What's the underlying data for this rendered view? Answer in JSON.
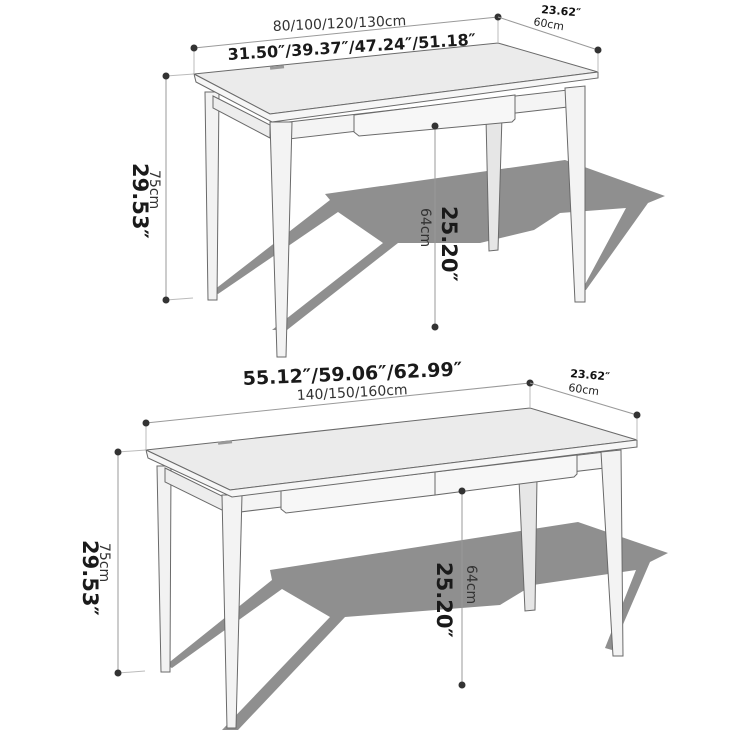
{
  "colors": {
    "background": "#ffffff",
    "table_fill": "#f3f3f3",
    "table_top": "#ebebeb",
    "edge": "#6a6a6a",
    "shadow": "#8f8f8f",
    "dimension_line": "#9a9a9a",
    "dot": "#333333",
    "text": "#1a1a1a"
  },
  "top_desk": {
    "width_cm": "80/100/120/130cm",
    "width_in": "31.50″/39.37″/47.24″/51.18″",
    "depth_in": "23.62″",
    "depth_cm": "60cm",
    "height_in": "29.53″",
    "height_cm": "75cm",
    "knee_in": "25.20″",
    "knee_cm": "64cm",
    "drawers": 1
  },
  "bottom_desk": {
    "width_in": "55.12″/59.06″/62.99″",
    "width_cm": "140/150/160cm",
    "depth_in": "23.62″",
    "depth_cm": "60cm",
    "height_in": "29.53″",
    "height_cm": "75cm",
    "knee_in": "25.20″",
    "knee_cm": "64cm",
    "drawers": 2
  }
}
